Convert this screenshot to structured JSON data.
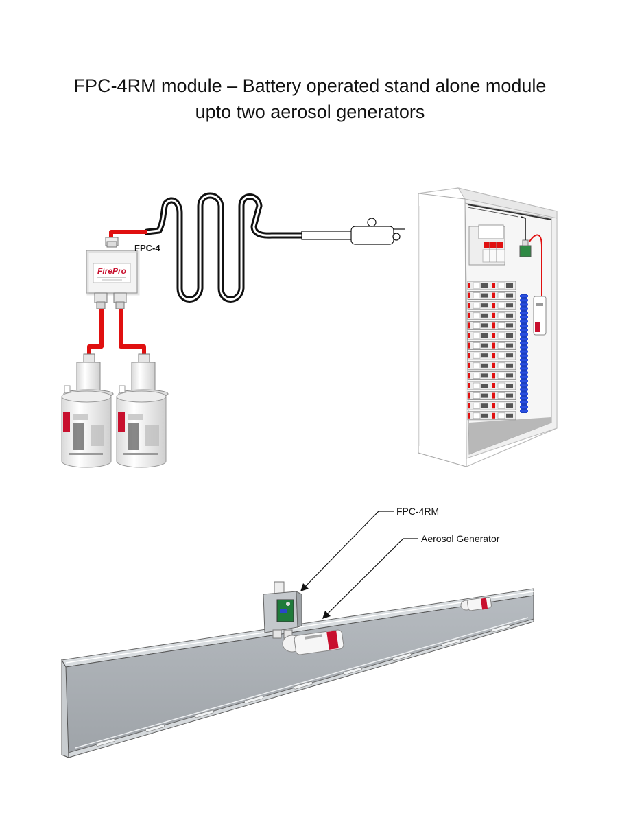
{
  "title": {
    "line1": "FPC-4RM module – Battery operated stand alone module",
    "line2": "upto two aerosol generators"
  },
  "labels": {
    "fpc4": "FPC-4",
    "brand": "FirePro",
    "fpc4rm": "FPC-4RM",
    "aerosol_generator": "Aerosol Generator"
  },
  "colors": {
    "wire_red": "#e01010",
    "cable_black": "#111111",
    "brand_red": "#c8102e",
    "tray_gray": "#a8adb2",
    "pcb_green": "#1f7a3a"
  }
}
